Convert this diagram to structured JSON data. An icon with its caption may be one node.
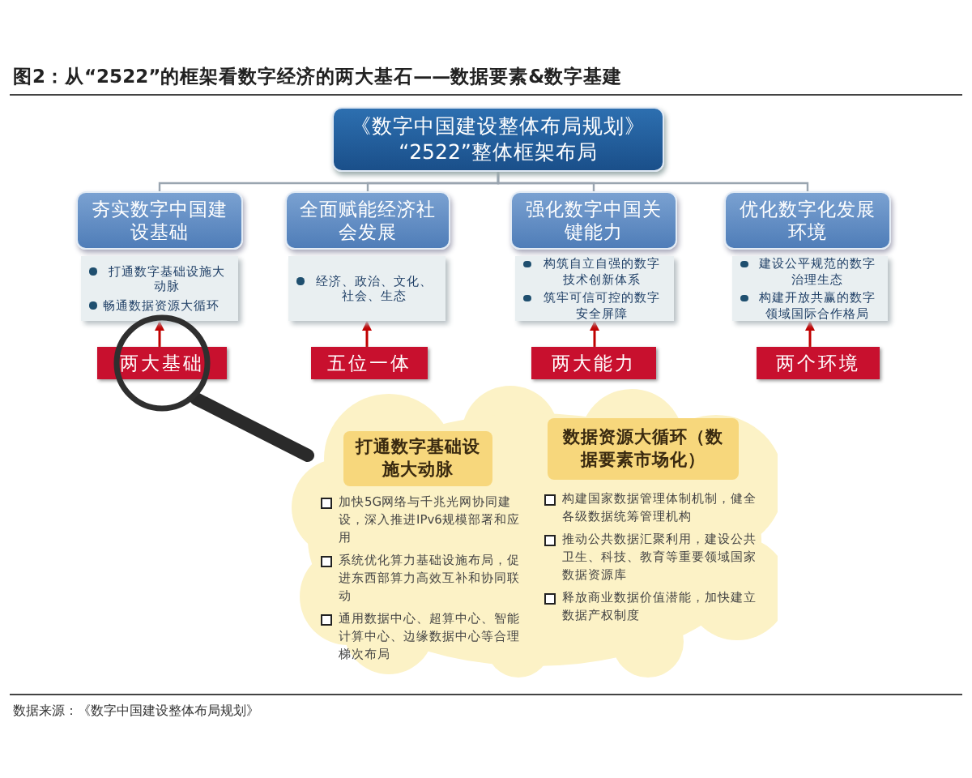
{
  "diagram": {
    "title": "图2：从“2522”的框架看数字经济的两大基石——数据要素&数字基建",
    "caption": "数据来源：《数字中国建设整体布局规划》",
    "nodes": [
      {
        "text": [
          "《数字中国建设整体布局规划》",
          "“2522”整体框架布局"
        ]
      },
      {
        "text": [
          "夯实数字中国建设基础"
        ]
      },
      {
        "text": [
          "全面赋能经济社会发展"
        ]
      },
      {
        "text": [
          "强化数字中国关键能力"
        ]
      },
      {
        "text": [
          "优化数字化发展环境"
        ]
      },
      {
        "text": [
          "打通数字基础设施大动脉",
          "畅通数据资源大循环"
        ]
      },
      {
        "text": [
          "经济、政治、文化、社会、生态"
        ]
      },
      {
        "text": [
          "构筑自立自强的数字技术创新体系",
          "筑牢可信可控的数字安全屏障"
        ]
      },
      {
        "text": [
          "建设公平规范的数字治理生态",
          "构建开放共赢的数字领域国际合作格局"
        ]
      },
      {
        "text": [
          "两大基础"
        ]
      },
      {
        "text": [
          "五位一体"
        ]
      },
      {
        "text": [
          "两大能力"
        ]
      },
      {
        "text": [
          "两个环境"
        ]
      },
      {
        "text": [],
        "shape": "cloud"
      },
      {
        "text": [
          "打通数字基础设施大动脉"
        ],
        "in": 13,
        "beside": [
          "加快5G网络与千兆光网协同建设，深入推进IPv6规模部署和应用",
          "系统优化算力基础设施布局，促进东西部算力高效互补和协同联动",
          "通用数据中心、超算中心、智能计算中心、边缘数据中心等合理梯次布局"
        ]
      },
      {
        "text": [
          "数据资源大循环（数据要素市场化）"
        ],
        "in": 13,
        "beside": [
          "构建国家数据管理体制机制，健全各级数据统筹管理机构",
          "推动公共数据汇聚利用，建设公共卫生、科技、教育等重要领域国家数据资源库",
          "释放商业数据价值潜能，加快建立数据产权制度"
        ]
      }
    ],
    "edges": [
      {
        "from": 0,
        "to": 1,
        "arrow": "none"
      },
      {
        "from": 0,
        "to": 2,
        "arrow": "none"
      },
      {
        "from": 0,
        "to": 3,
        "arrow": "none"
      },
      {
        "from": 0,
        "to": 4,
        "arrow": "none"
      },
      {
        "from": 9,
        "to": 5,
        "arrow": "to",
        "color": "#c00000"
      },
      {
        "from": 10,
        "to": 6,
        "arrow": "to",
        "color": "#c00000"
      },
      {
        "from": 11,
        "to": 7,
        "arrow": "to",
        "color": "#c00000"
      },
      {
        "from": 12,
        "to": 8,
        "arrow": "to",
        "color": "#c00000"
      }
    ]
  }
}
